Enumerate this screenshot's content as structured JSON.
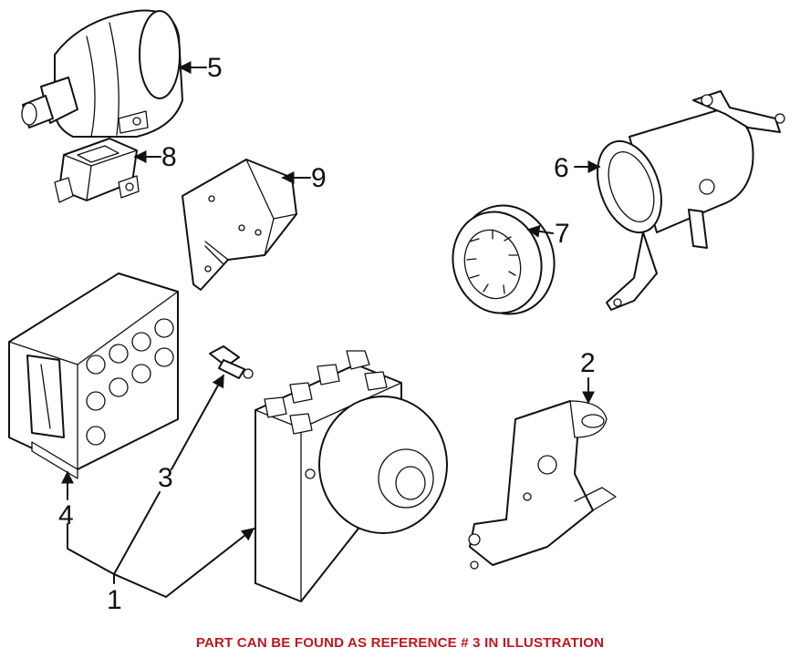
{
  "callouts": {
    "c1": "1",
    "c2": "2",
    "c3": "3",
    "c4": "4",
    "c5": "5",
    "c6": "6",
    "c7": "7",
    "c8": "8",
    "c9": "9"
  },
  "caption": {
    "text": "PART CAN BE FOUND AS REFERENCE # 3 IN ILLUSTRATION",
    "color": "#c0161d"
  },
  "colors": {
    "line": "#111111",
    "background": "#ffffff"
  }
}
